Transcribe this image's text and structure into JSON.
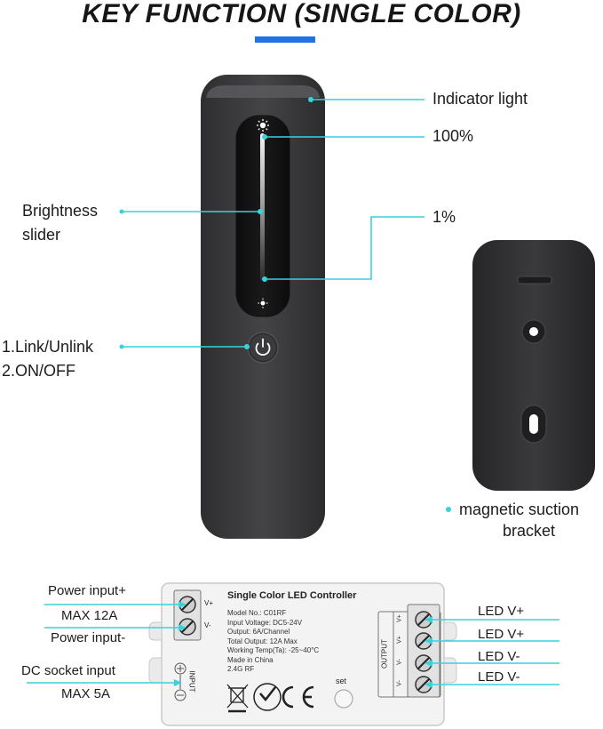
{
  "header": {
    "title": "KEY FUNCTION (SINGLE COLOR)"
  },
  "remote": {
    "indicator_label": "Indicator light",
    "max_label": "100%",
    "min_label": "1%",
    "slider_label_line1": "Brightness",
    "slider_label_line2": "slider",
    "button_label_line1": "1.Link/Unlink",
    "button_label_line2": "2.ON/OFF",
    "icon_bright": "sun-icon",
    "icon_dim": "sun-small-icon",
    "icon_power": "power-icon"
  },
  "bracket": {
    "label_line1": "magnetic suction",
    "label_line2": "bracket"
  },
  "controller": {
    "title": "Single Color LED Controller",
    "specs": [
      "Model No.: C01RF",
      "Input Voltage: DC5-24V",
      "Output: 6A/Channel",
      "Total Output: 12A Max",
      "Working Temp(Ta): -25~40°C",
      "Made in China",
      "2.4G RF"
    ],
    "input_terminals": [
      "V+",
      "V-"
    ],
    "output_terminals": [
      "V+",
      "V+",
      "V-",
      "V-"
    ],
    "output_label": "OUTPUT",
    "input_label": "INPUT",
    "set_label": "set",
    "left_labels": {
      "power_plus": "Power input+",
      "max_12a": "MAX 12A",
      "power_minus": "Power input-",
      "dc_socket": "DC socket input",
      "max_5a": "MAX 5A"
    },
    "right_labels": [
      "LED V+",
      "LED V+",
      "LED V-",
      "LED V-"
    ],
    "cert_marks": [
      "weee-bin-icon",
      "rohs-icon",
      "ce-mark-icon"
    ]
  },
  "colors": {
    "accent_line": "#36d3dc",
    "title_bar": "#1e73e8",
    "device": "#3a3a3c"
  }
}
